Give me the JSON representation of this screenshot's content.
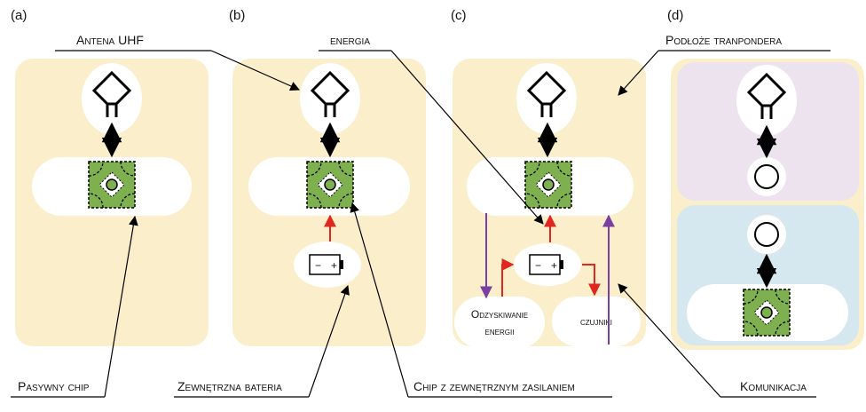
{
  "panels": [
    {
      "id": "a",
      "label": "(a)"
    },
    {
      "id": "b",
      "label": "(b)"
    },
    {
      "id": "c",
      "label": "(c)"
    },
    {
      "id": "d",
      "label": "(d)"
    }
  ],
  "captions": {
    "antenna": "Antena UHF",
    "energy": "energia",
    "substrate": "Podłoże tranpondera",
    "passive_chip": "Pasywny chip",
    "external_battery": "Zewnętrzna bateria",
    "chip_external_power": "Chip z zewnętrznym zasilaniem",
    "communication": "Komunikacja"
  },
  "boxes": {
    "harvesting_line1": "Odzyskiwanie",
    "harvesting_line2": "energii",
    "sensors": "czujniki"
  },
  "battery": {
    "minus": "−",
    "plus": "+"
  },
  "colors": {
    "panel_bg": "#fbeecb",
    "panel_d_top": "#ece3ee",
    "panel_d_bottom": "#d6e8ef",
    "chip_green": "#7fb04f",
    "arrow_red": "#e0261f",
    "arrow_purple": "#7a3fa0"
  }
}
